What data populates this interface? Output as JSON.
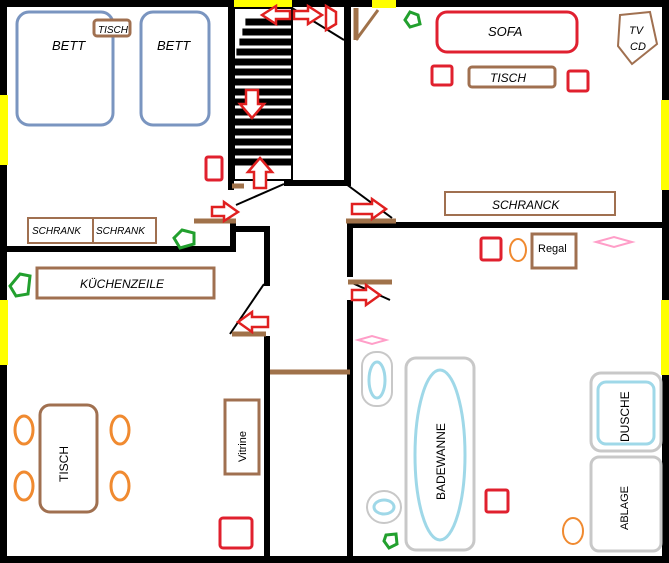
{
  "bedroom": {
    "bed1_label": "BETT",
    "bed2_label": "BETT",
    "small_table_label": "TISCH",
    "cabinet1_label": "SCHRANK",
    "cabinet2_label": "SCHRANK"
  },
  "living_room": {
    "sofa_label": "SOFA",
    "table_label": "TISCH",
    "tv_label_line1": "TV",
    "tv_label_line2": "CD",
    "cabinet_label": "SCHRANCK"
  },
  "kitchen": {
    "counter_label": "KÜCHENZEILE",
    "table_label": "TISCH",
    "display_cabinet_label": "Vitrine"
  },
  "bathroom": {
    "shelf_label": "Regal",
    "bathtub_label": "BADEWANNE",
    "shower_label": "DUSCHE",
    "storage_label": "ABLAGE"
  },
  "colors": {
    "wall": "#000000",
    "window": "#ffff00",
    "door": "#a0724a",
    "arrow": "#e02020",
    "chair_red": "#e0202e",
    "chair_orange": "#f08a30",
    "plant": "#22a02e",
    "bed": "#7a95c0",
    "brown": "#a07050",
    "sofa": "#e02030",
    "bath_outer": "#c8c8c8",
    "bath_inner": "#9fd8e8",
    "pink": "#ff9ec8"
  }
}
